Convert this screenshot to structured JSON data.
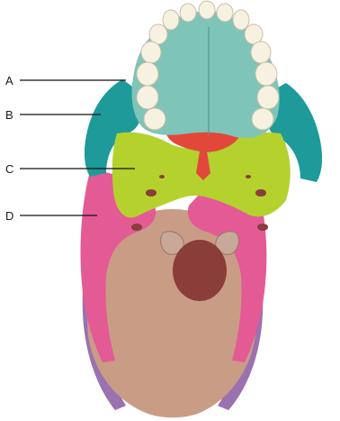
{
  "labels": {
    "a": "A",
    "b": "B",
    "c": "C",
    "d": "D"
  },
  "colors": {
    "palate": "#7fc4b8",
    "zygomatic": "#1e9a9a",
    "vomer": "#e2483a",
    "sphenoid": "#b4d12e",
    "temporal": "#e45a95",
    "occipital": "#c99c86",
    "parietal": "#9a72b0",
    "teeth": "#f7f1e1",
    "foramen": "#8a3d39"
  }
}
